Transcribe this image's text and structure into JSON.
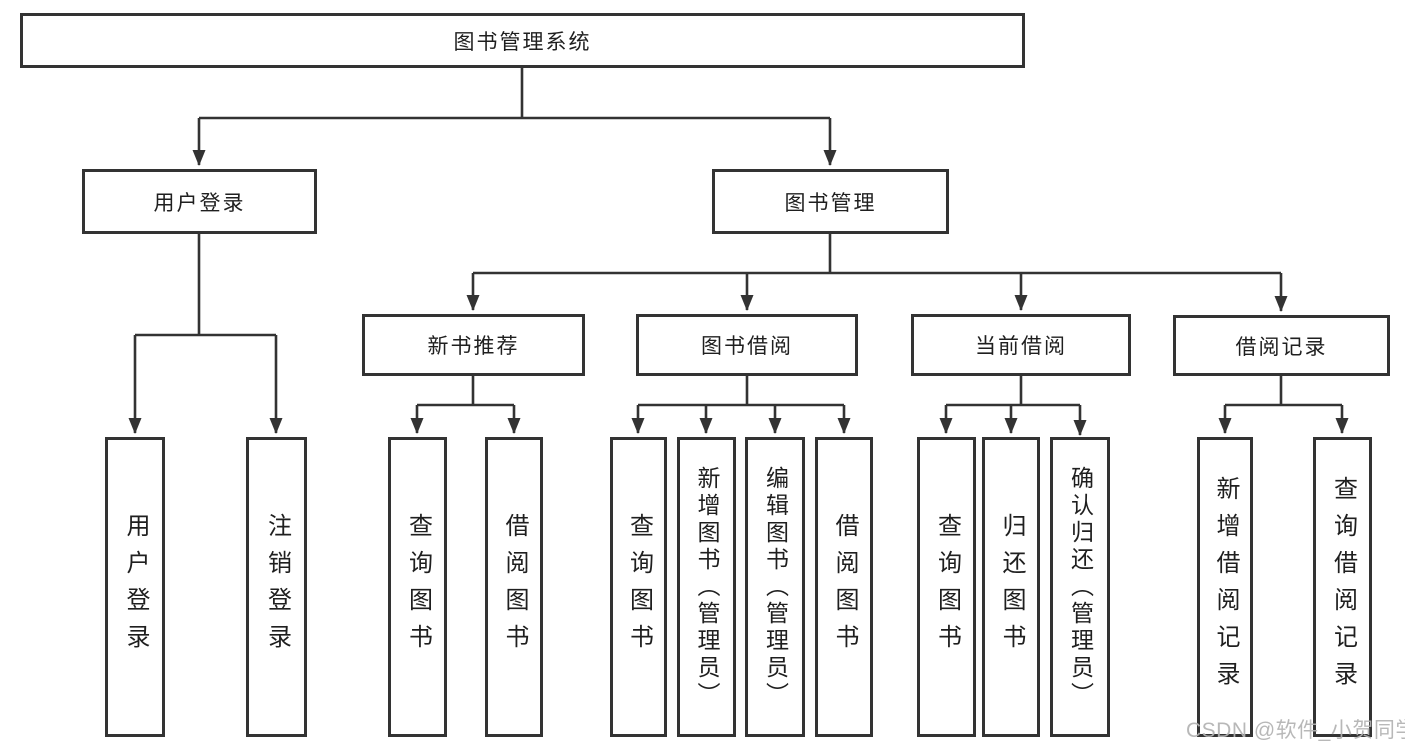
{
  "diagram": {
    "root": {
      "label": "图书管理系统"
    },
    "level2": [
      {
        "label": "用户登录"
      },
      {
        "label": "图书管理"
      }
    ],
    "level3": [
      {
        "label": "新书推荐"
      },
      {
        "label": "图书借阅"
      },
      {
        "label": "当前借阅"
      },
      {
        "label": "借阅记录"
      }
    ],
    "leaves": {
      "user_login": [
        {
          "label": "用户登录"
        },
        {
          "label": "注销登录"
        }
      ],
      "new_book_recommend": [
        {
          "label": "查询图书"
        },
        {
          "label": "借阅图书"
        }
      ],
      "book_borrowing": [
        {
          "label": "查询图书"
        },
        {
          "label": "新增图书（管理员）"
        },
        {
          "label": "编辑图书（管理员）"
        },
        {
          "label": "借阅图书"
        }
      ],
      "current_borrowing": [
        {
          "label": "查询图书"
        },
        {
          "label": "归还图书"
        },
        {
          "label": "确认归还（管理员）"
        }
      ],
      "borrow_records": [
        {
          "label": "新增借阅记录"
        },
        {
          "label": "查询借阅记录"
        }
      ]
    }
  },
  "watermark": {
    "text": "CSDN @软件_小贺同学"
  },
  "colors": {
    "line": "#333333",
    "box_border": "#333333",
    "text": "#1f1f1f",
    "watermark": "#b3b3b3",
    "background": "#ffffff"
  }
}
